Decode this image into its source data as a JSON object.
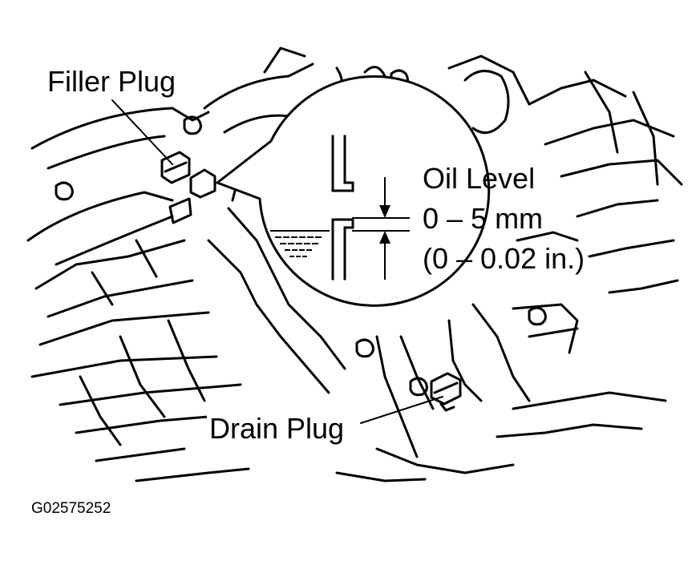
{
  "labels": {
    "filler_plug": "Filler Plug",
    "drain_plug": "Drain Plug",
    "oil_level_title": "Oil Level",
    "oil_level_mm": "0 – 5 mm",
    "oil_level_in": "(0 – 0.02 in.)",
    "figure_code": "G02575252"
  },
  "colors": {
    "ink": "#000000",
    "paper": "#ffffff"
  }
}
